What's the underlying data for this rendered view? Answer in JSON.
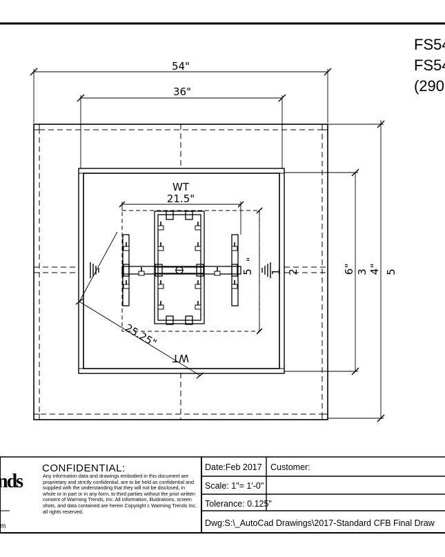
{
  "header": {
    "title_lines": [
      "FS54",
      "FS54",
      "(290"
    ]
  },
  "drawing": {
    "dims": {
      "top_outer": "54\"",
      "top_inner": "36\"",
      "burner_width": "21.5\"",
      "diagonal": "25.25\"",
      "right_inner_a": "6\"",
      "right_inner_b": "3",
      "right_outer_a": "4\"",
      "right_outer_b": "5",
      "burner_height": "5",
      "burner_height_mark": "\"",
      "small_1": "1",
      "small_2": "2"
    },
    "labels": {
      "wt_top": "WT",
      "wt_bottom": "WT"
    }
  },
  "title_block": {
    "logo_text": "nds",
    "logo_sub": "m",
    "confidential_title": "CONFIDENTIAL:",
    "confidential_body": "Any information data and drawings embodied in this document are proprietary and strictly confidential, are to be held as confidential and supplied with the understanding that they will not be disclosed, in whole or in part or in any form, to third parties without the prior written consent of Warming Trends, Inc. All information, illustrations, screen shots, and data contained are herein Copyright c Warming Trends Inc. all rights reserved.",
    "date": "Date:Feb 2017",
    "customer": "Customer:",
    "scale": "Scale: 1\"= 1'-0\"",
    "tolerance": "Tolerance: 0.125\"",
    "dwg": "Dwg:S:\\_AutoCad Drawings\\2017-Standard CFB Final Draw"
  }
}
